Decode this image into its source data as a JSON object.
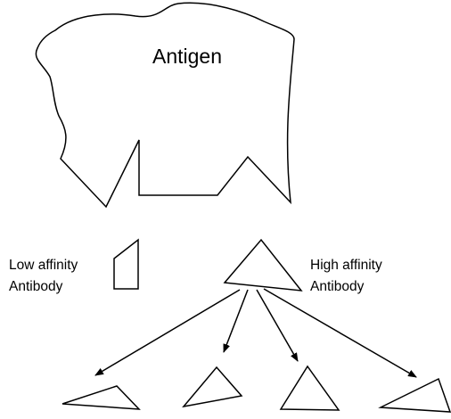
{
  "diagram": {
    "antigen_label": "Antigen",
    "low_affinity": {
      "line1": "Low affinity",
      "line2": "Antibody"
    },
    "high_affinity": {
      "line1": "High affinity",
      "line2": "Antibody"
    }
  }
}
